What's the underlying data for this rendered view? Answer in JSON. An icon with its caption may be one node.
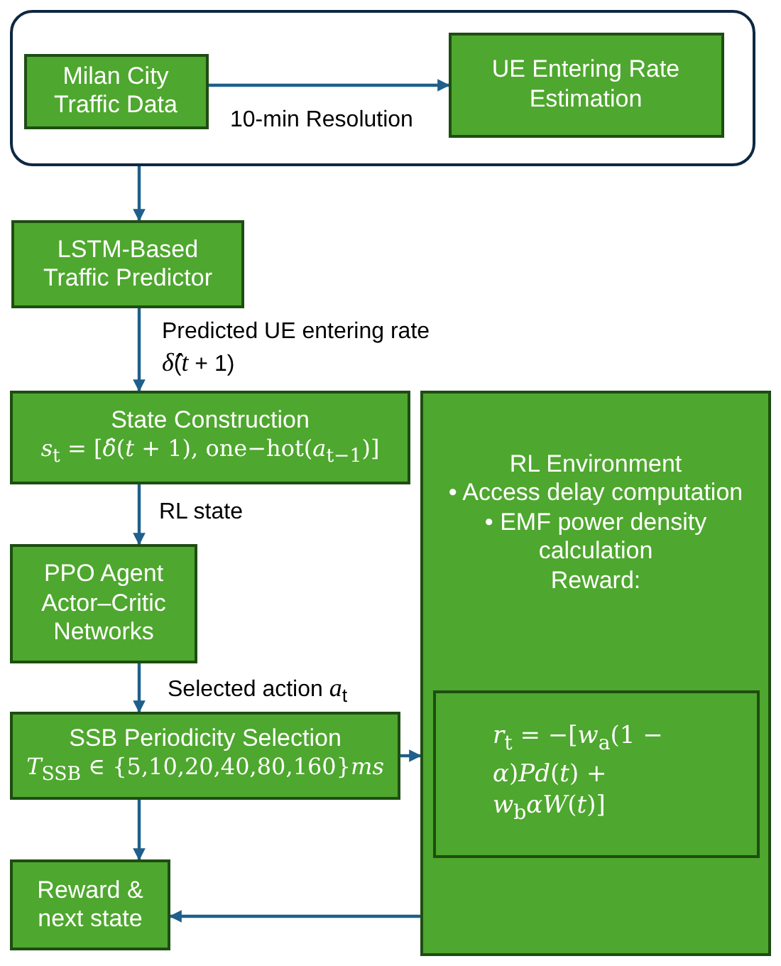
{
  "diagram": {
    "nodes": [
      {
        "text": [],
        "shape": "box"
      },
      {
        "text": [
          "Milan City Traffic Data"
        ],
        "in": 0
      },
      {
        "text": [
          "UE Entering Rate Estimation"
        ],
        "in": 0
      },
      {
        "text": [
          "LSTM-Based Traffic Predictor"
        ]
      },
      {
        "text": [
          "State Construction",
          "*s*$_{t}$ = [*δ̂*(*t* + 1), one−hot(*a*$_{t−1}$)]"
        ]
      },
      {
        "text": [
          "RL Environment",
          "• Access delay computation",
          "• EMF power density calculation",
          "Reward:"
        ]
      },
      {
        "text": [
          "*r*$_{t}$ = −[*w*$_{a}$(1 − *α*)*Pd*(*t*) + *w*$_{b}$*αW*(*t*)]"
        ],
        "in": 5
      },
      {
        "text": [
          "PPO Agent Actor–Critic Networks"
        ]
      },
      {
        "text": [
          "SSB Periodicity Selection",
          "*T*$_{SSB}$ ∈ {5,10,20,40,80,160}*ms*"
        ]
      },
      {
        "text": [
          "Reward & next state"
        ]
      }
    ],
    "edges": [
      {
        "from": 1,
        "to": 2,
        "arrow": "to",
        "label": "10-min Resolution"
      },
      {
        "from": 0,
        "to": 3,
        "arrow": "to"
      },
      {
        "from": 3,
        "to": 4,
        "arrow": "to",
        "label": "Predicted UE entering rate *δ̂*(*t* + 1)"
      },
      {
        "from": 4,
        "to": 7,
        "arrow": "to",
        "label": "RL state"
      },
      {
        "from": 7,
        "to": 8,
        "arrow": "to",
        "label": "Selected action *a*$_{t}$"
      },
      {
        "from": 8,
        "to": 5,
        "arrow": "to"
      },
      {
        "from": 8,
        "to": 9,
        "arrow": "to"
      },
      {
        "from": 5,
        "to": 9,
        "arrow": "to"
      }
    ]
  }
}
